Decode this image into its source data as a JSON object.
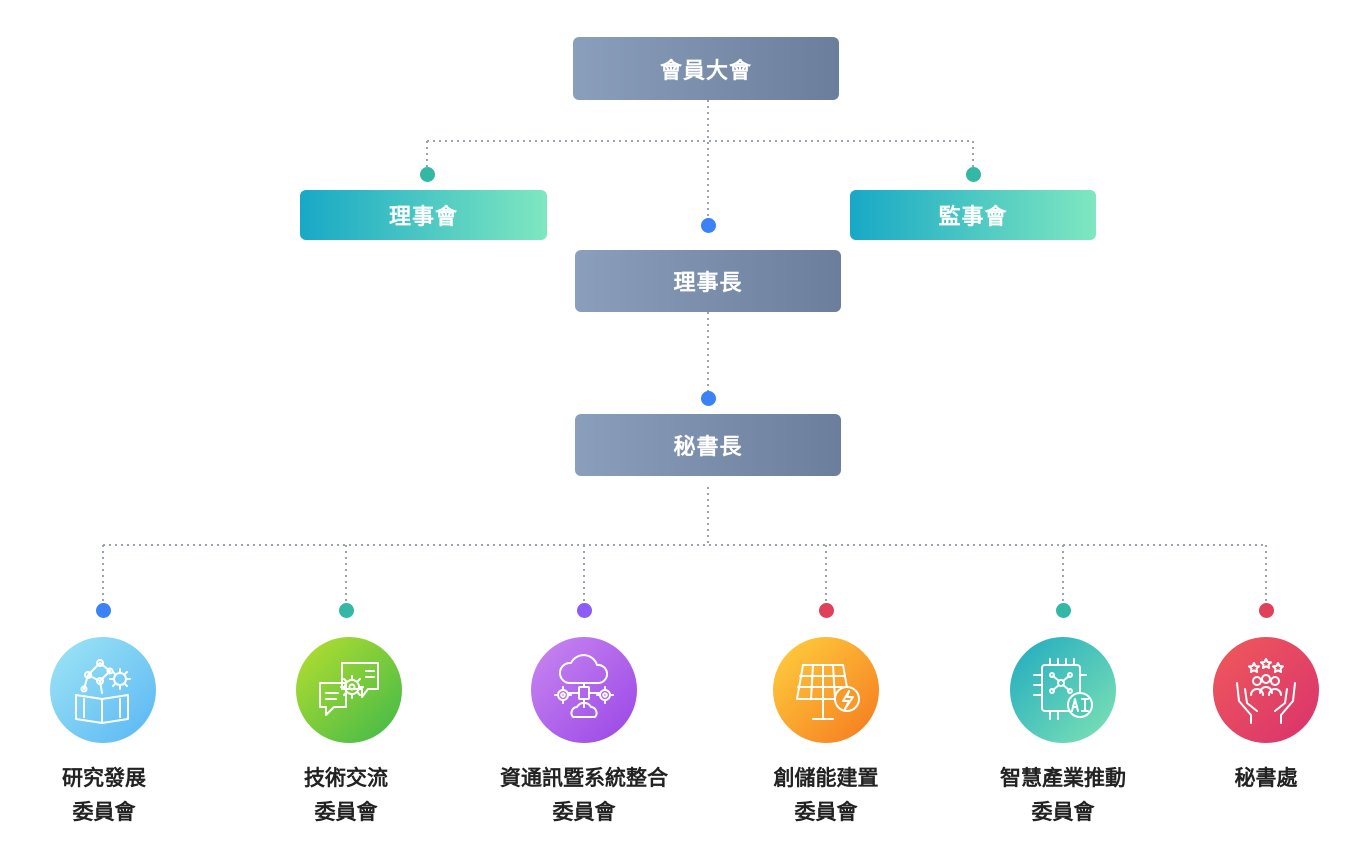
{
  "nodes": {
    "general_assembly": "會員大會",
    "board": "理事會",
    "supervisors": "監事會",
    "chairman": "理事長",
    "secretary_general": "秘書長"
  },
  "committees": [
    {
      "line1": "研究發展",
      "line2": "委員會",
      "icon": "book-brain-gear-icon"
    },
    {
      "line1": "技術交流",
      "line2": "委員會",
      "icon": "chat-bubbles-gear-icon"
    },
    {
      "line1": "資通訊暨系統整合",
      "line2": "委員會",
      "icon": "cloud-network-gears-icon"
    },
    {
      "line1": "創儲能建置",
      "line2": "委員會",
      "icon": "solar-panel-bolt-icon"
    },
    {
      "line1": "智慧產業推動",
      "line2": "委員會",
      "icon": "ai-chip-icon"
    },
    {
      "line1": "秘書處",
      "line2": "",
      "icon": "hands-people-stars-icon"
    }
  ],
  "colors": {
    "slate_start": "#8a9fbc",
    "slate_end": "#6b7e9c",
    "teal_start": "#18a8c6",
    "teal_end": "#7fe7c0",
    "connector": "#9aa4ae"
  }
}
